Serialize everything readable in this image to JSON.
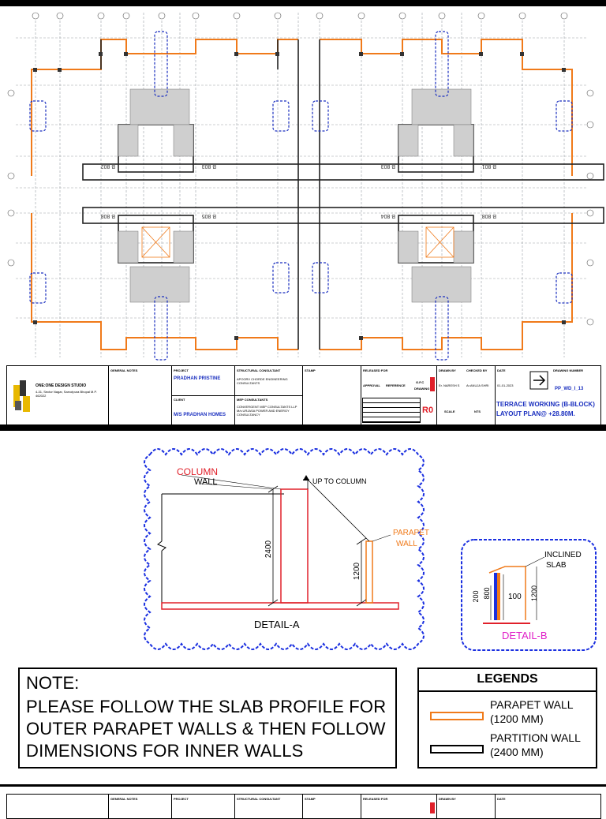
{
  "title_block": {
    "studio_name": "ONE:ONE DESIGN STUDIO",
    "studio_address": "4-31, Sector Nagar, Sarvotpura Bhopal M.P. 462022",
    "general_notes_label": "GENERAL NOTES",
    "project_label": "PROJECT",
    "project_name": "PRADHAN PRISTINE",
    "client_label": "CLIENT",
    "client_name": "M/S PRADHAN HOMES",
    "structural_label": "STRUCTURAL CONSULTANT",
    "structural_name": "APOORV CHORDE ENGINEERING CONSULTANTS",
    "mep_label": "MEP CONSULTANTS",
    "mep_name": "CONVERGENT MEP CONSULTANTS LLP M/s URJASA POWER AND ENERGY CONSULTANCY",
    "stamp_label": "STAMP",
    "released_label": "RELEASED FOR",
    "approval_label": "APPROVAL",
    "reference_label": "REFERENCE",
    "gfc_label": "G.F.C",
    "drawing_label": "DRAWING",
    "drawn_label": "DRAWN BY",
    "checked_label": "CHECKED BY",
    "date_label": "DATE",
    "drawn_by": "Er. NARESH S",
    "checked_by": "Ar.ANUJA SHRI",
    "date": "01-01-2023",
    "drawing_number_label": "DRAWING NUMBER",
    "drawing_number": "PP_WD_I_13",
    "revision": "R0",
    "scale_label": "SCALE",
    "scale_value": "NTS",
    "drawing_title_line1": "TERRACE WORKING (B-BLOCK)",
    "drawing_title_line2": "LAYOUT PLAN@ +28.80M."
  },
  "plan": {
    "flat_labels": [
      "B 802",
      "B 803",
      "B 808",
      "B 805",
      "B 803",
      "B 801",
      "B 804",
      "B 808"
    ]
  },
  "details": {
    "detail_a_title": "DETAIL-A",
    "detail_a_column_label": "COLUMN",
    "detail_a_wall_label": "WALL",
    "detail_a_up_to_column": "UP TO COLUMN",
    "detail_a_parapet_line1": "PARAPET",
    "detail_a_parapet_line2": "WALL",
    "detail_a_dim_2400": "2400",
    "detail_a_dim_1200": "1200",
    "detail_b_title": "DETAIL-B",
    "detail_b_inclined_line1": "INCLINED",
    "detail_b_inclined_line2": "SLAB",
    "detail_b_dim_200": "200",
    "detail_b_dim_800": "800",
    "detail_b_dim_100": "100",
    "detail_b_dim_1200": "1200"
  },
  "note": {
    "title": "NOTE:",
    "lines": [
      "PLEASE FOLLOW THE SLAB PROFILE FOR",
      "OUTER PARAPET WALLS & THEN FOLLOW",
      "DIMENSIONS FOR INNER WALLS"
    ]
  },
  "legends": {
    "title": "LEGENDS",
    "items": [
      {
        "line1": "PARAPET WALL",
        "line2": "(1200 MM)",
        "color": "#f07a1a"
      },
      {
        "line1": "PARTITION WALL",
        "line2": "(2400 MM)",
        "color": "#000000"
      }
    ]
  },
  "colors": {
    "parapet": "#f07a1a",
    "detail_border": "#1a2fe0",
    "callout_red": "#e0202a",
    "detail_b_title": "#e020c8",
    "plan_blue": "#1a2fbf"
  }
}
